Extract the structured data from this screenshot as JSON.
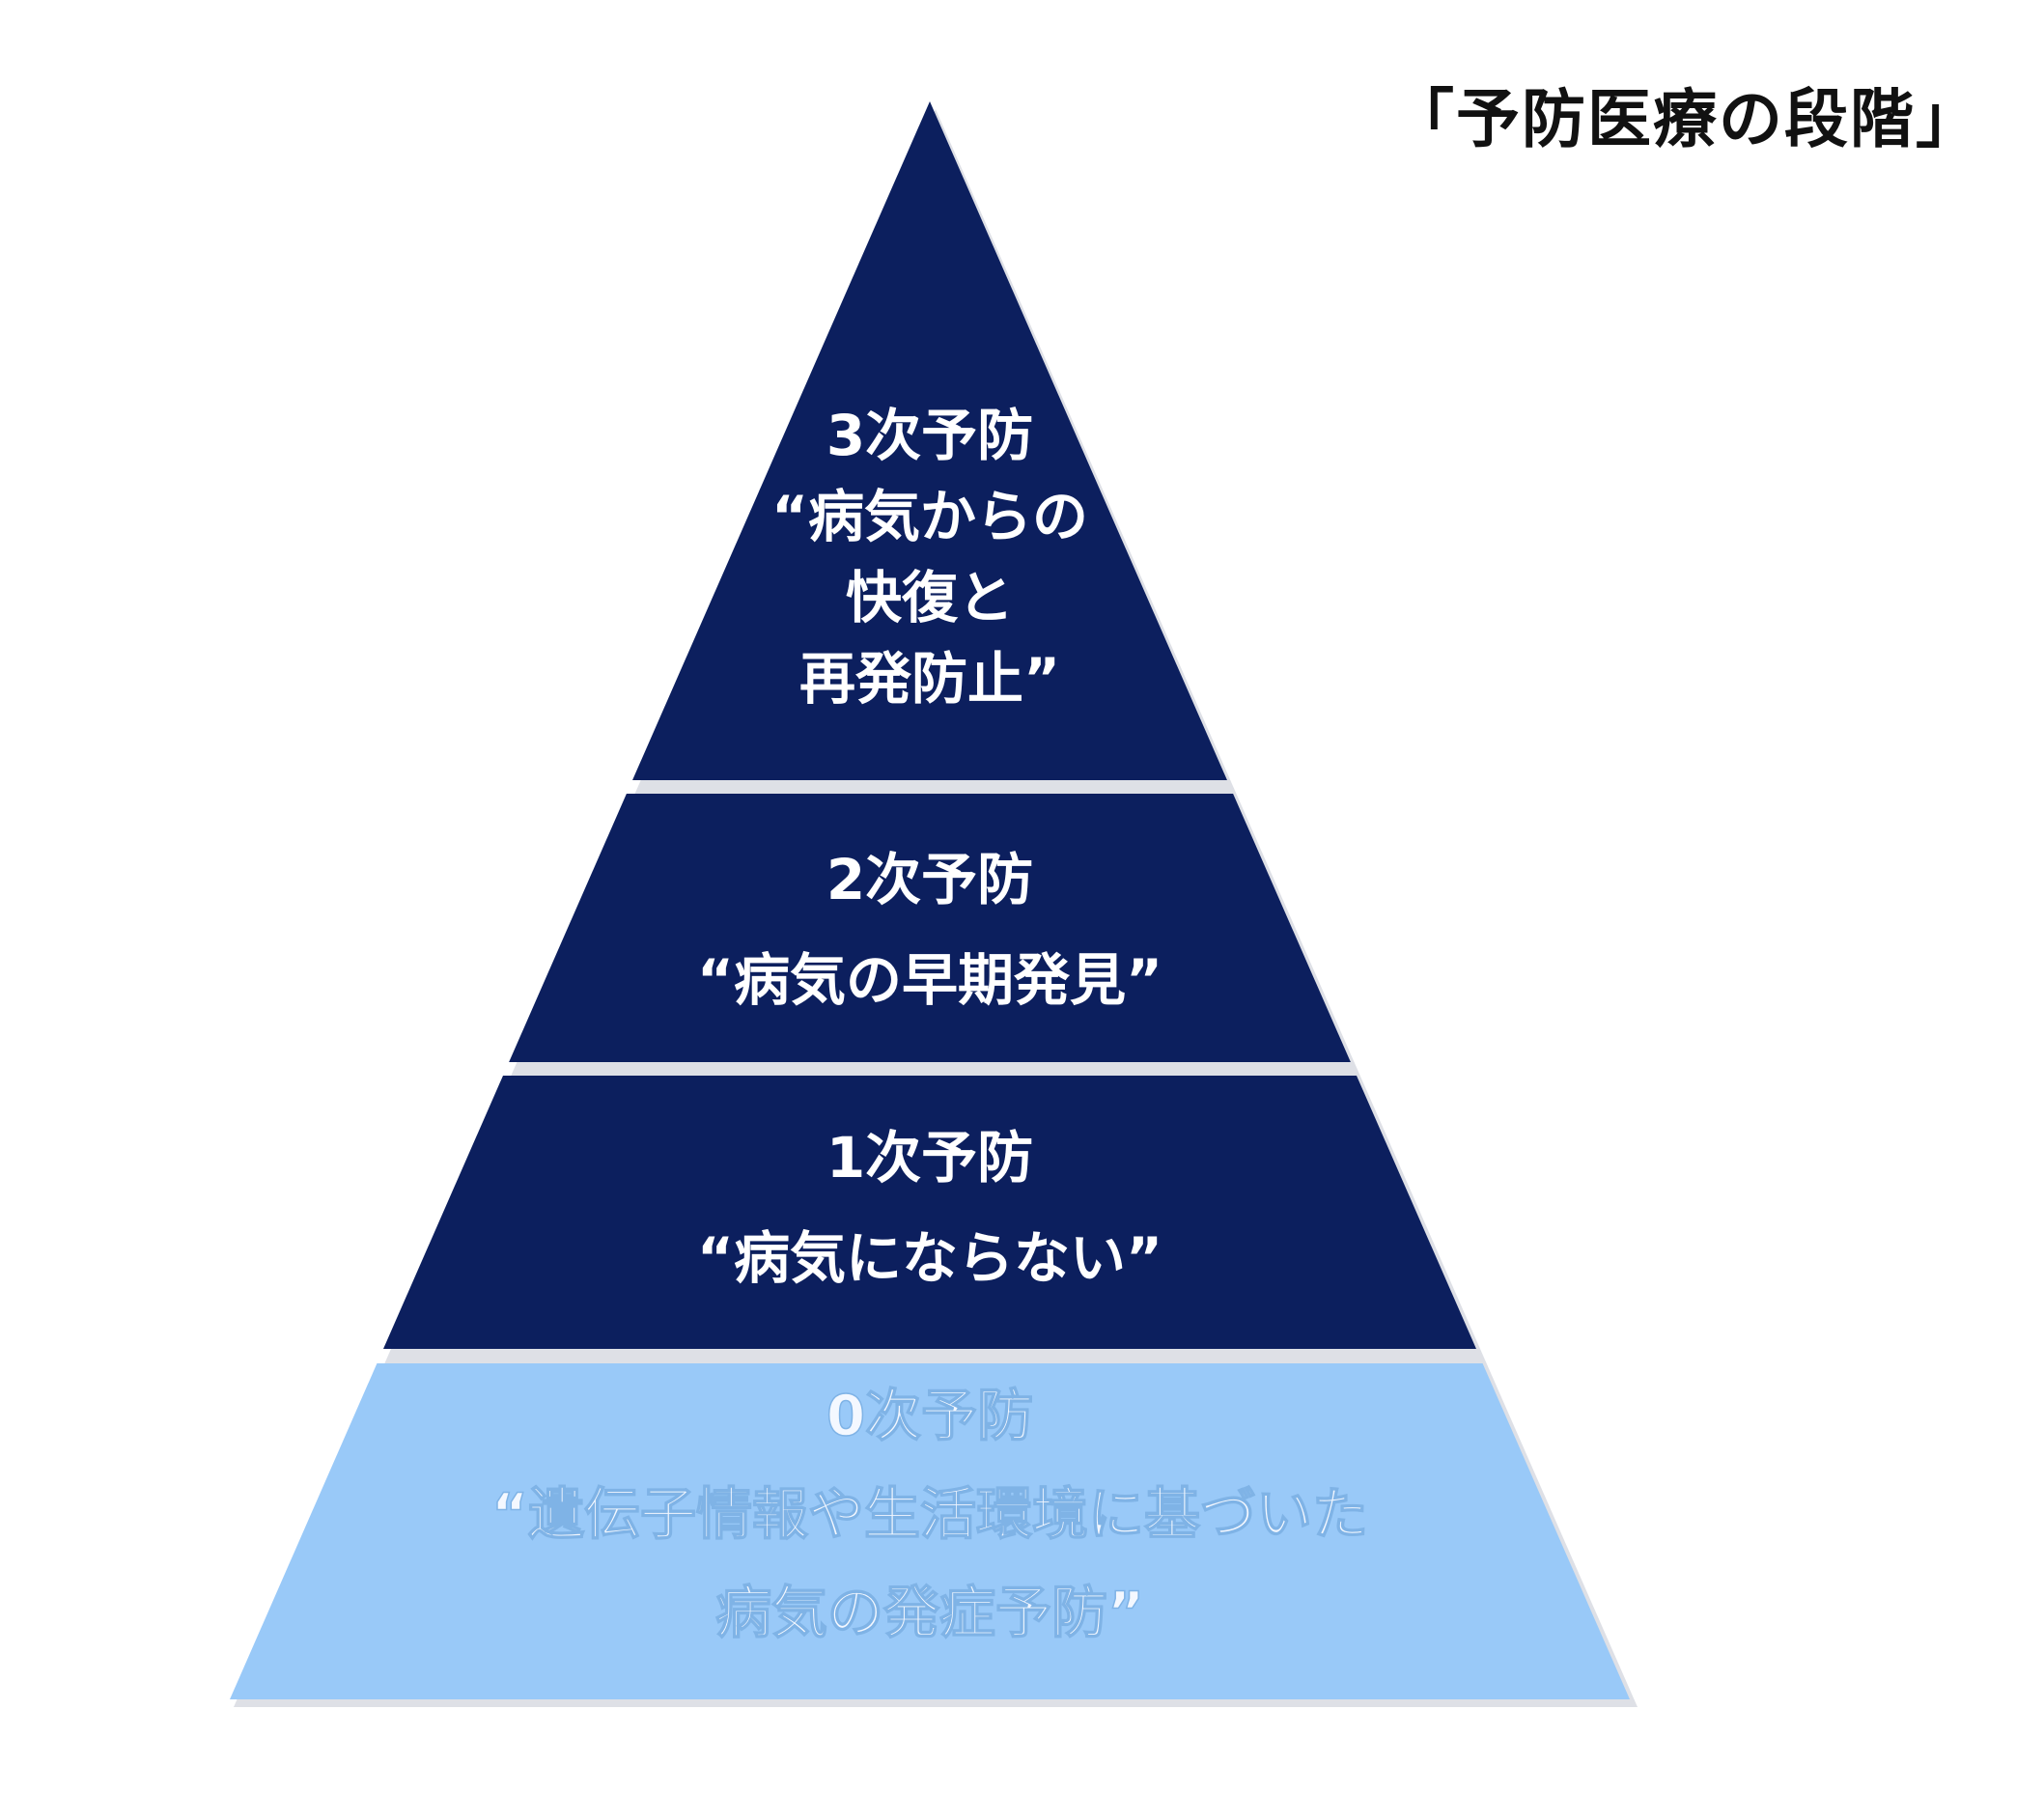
{
  "title": "「予防医療の段階」",
  "colors": {
    "dark_tier": "#0c1f5e",
    "light_tier": "#99c9f8",
    "dark_text": "#ffffff",
    "light_text": "#f4f8ff"
  },
  "tiers": [
    {
      "level": "3次予防",
      "lines": [
        "“病気からの",
        "快復と",
        "再発防止”"
      ]
    },
    {
      "level": "2次予防",
      "lines": [
        "“病気の早期発見”"
      ]
    },
    {
      "level": "1次予防",
      "lines": [
        "“病気にならない”"
      ]
    },
    {
      "level": "0次予防",
      "lines": [
        "“遺伝子情報や生活環境に基づいた",
        "病気の発症予防”"
      ]
    }
  ]
}
